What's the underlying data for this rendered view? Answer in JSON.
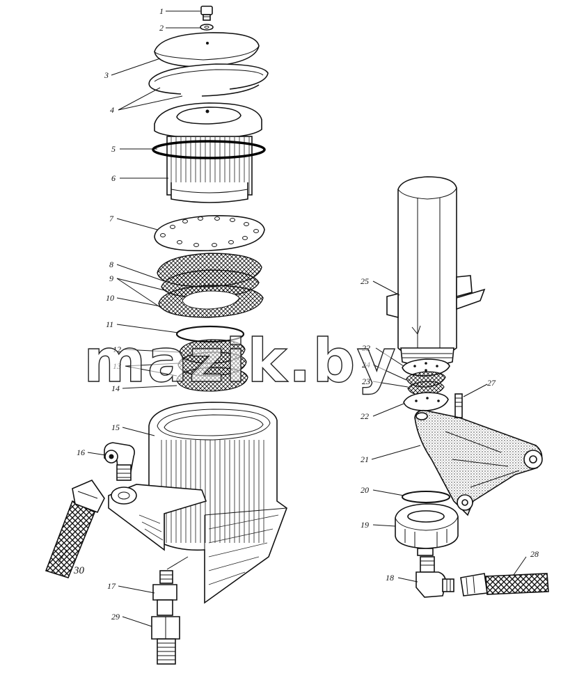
{
  "callouts": [
    "1",
    "2",
    "3",
    "4",
    "5",
    "6",
    "7",
    "8",
    "9",
    "10",
    "11",
    "12",
    "13",
    "14",
    "15",
    "16",
    "30",
    "17",
    "29",
    "25",
    "22",
    "24",
    "23",
    "27",
    "21",
    "20",
    "19",
    "18",
    "28"
  ],
  "watermark": "mazik.by"
}
